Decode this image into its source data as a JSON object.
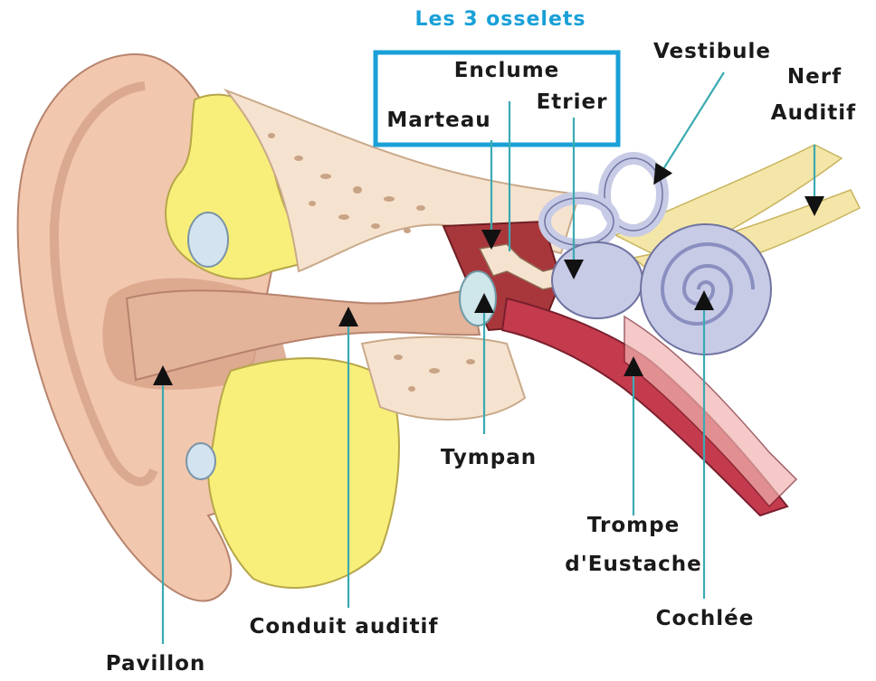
{
  "title": "Les 3 osselets",
  "colors": {
    "title": "#1aa0d8",
    "box": "#1aa0d8",
    "leader_line": "#3aaab2",
    "arrow": "#111111",
    "skin": "#f1c7ae",
    "skin_dark": "#c98f78",
    "bone": "#f6e3cf",
    "cartilage": "#f7ef7a",
    "canal": "#d9a38a",
    "cavity": "#a8373c",
    "eustachian": "#c43b4e",
    "inner_ear": "#c7cbe6",
    "nerve": "#f3e6a8"
  },
  "labels": {
    "pavillon": "Pavillon",
    "conduit": "Conduit auditif",
    "tympan": "Tympan",
    "marteau": "Marteau",
    "enclume": "Enclume",
    "etrier": "Etrier",
    "vestibule": "Vestibule",
    "nerf_line1": "Nerf",
    "nerf_line2": "Auditif",
    "trompe_line1": "Trompe",
    "trompe_line2": "d'Eustache",
    "cochlee": "Cochlée"
  }
}
